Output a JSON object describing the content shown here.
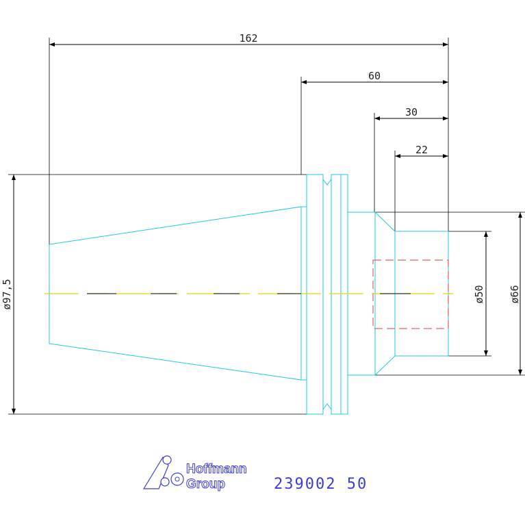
{
  "dimensions": {
    "overall_length": "162",
    "length_60": "60",
    "length_30": "30",
    "length_22": "22",
    "diameter_97_5": "ø97,5",
    "diameter_50": "ø50",
    "diameter_66": "ø66"
  },
  "logo": {
    "line1": "Hoffmann",
    "line2": "Group"
  },
  "part_number": "239002 50",
  "colors": {
    "part_outline": "#1ec8e0",
    "hidden_line": "#e23a3a",
    "centerline": "#e6d200",
    "brand": "#3b3bd6",
    "dimension": "#000000"
  }
}
